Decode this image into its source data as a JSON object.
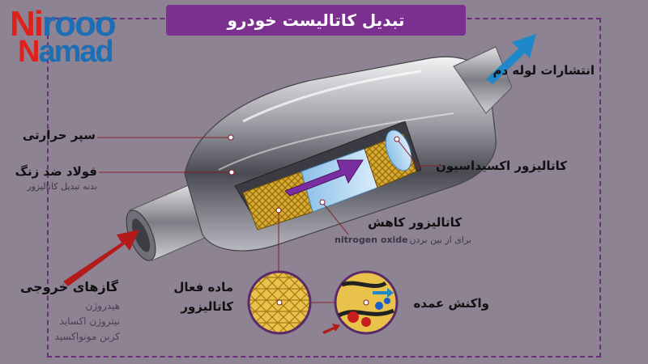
{
  "title": "تبدیل کاتالیست خودرو",
  "logo": {
    "line1_red": "Ni",
    "line1_blue": "rooo",
    "line2_red": "N",
    "line2_blue": "amad"
  },
  "labels": {
    "exhaust_out": "انتشارات لوله دم",
    "heat_shield": "سپر حرارتی",
    "stainless_steel": "فولاد ضد زنگ",
    "stainless_sub": "بدنه تبدیل کاتالیزور",
    "oxidation_catalyst": "کاتالیزور اکسیداسیون",
    "reduction_catalyst": "کاتالیزور کاهش",
    "reduction_sub_en": "nitrogen oxide",
    "reduction_sub_fa": "برای از بین بردن",
    "exhaust_gases": "گازهای خروجی",
    "gas_1": "هیدروژن",
    "gas_2": "نیتروژن اکساید",
    "gas_3": "کربن مونواکسید",
    "active_material_1": "ماده فعال",
    "active_material_2": "کاتالیزور",
    "main_reaction": "واکنش عمده"
  },
  "colors": {
    "title_bg": "#7b2f8f",
    "accent_red": "#e0201a",
    "accent_blue": "#1d6fb5",
    "arrow_blue": "#1e88c9",
    "arrow_red": "#b31b1b",
    "arrow_purple": "#7a2da0",
    "catalyst_yellow": "#e1b83a"
  }
}
